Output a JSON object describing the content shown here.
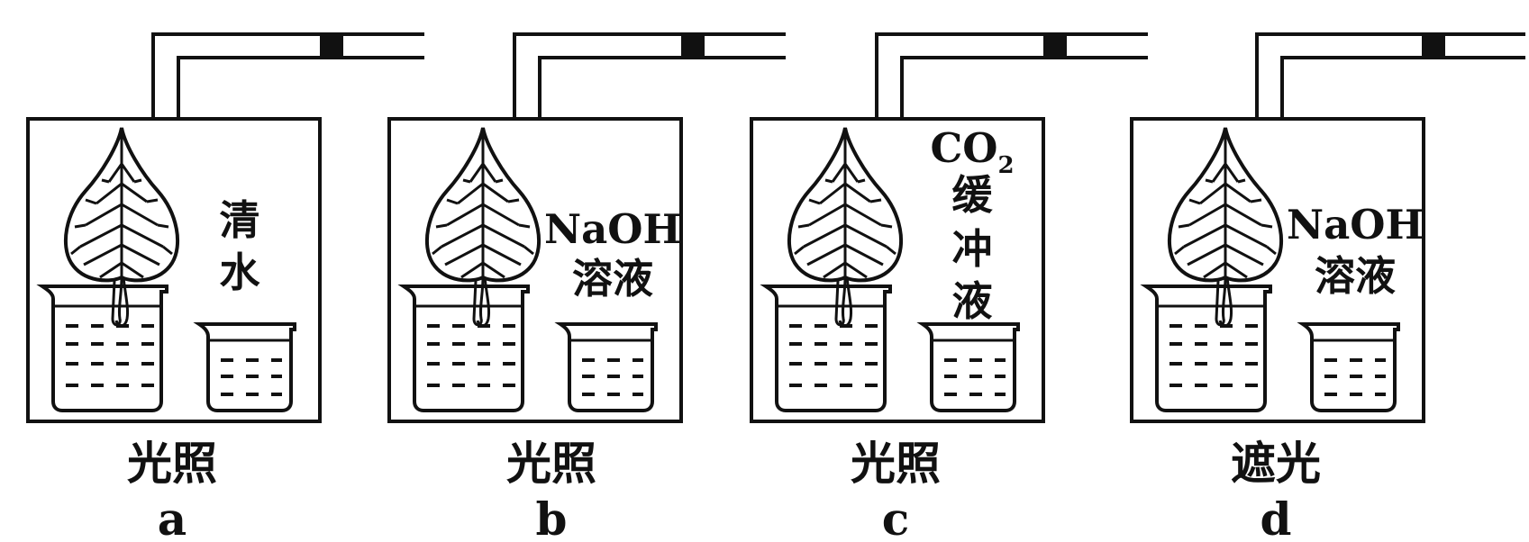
{
  "setups": [
    {
      "id": "a",
      "letter": "a",
      "condition": "光照",
      "solution_lines": [
        "清",
        "水"
      ]
    },
    {
      "id": "b",
      "letter": "b",
      "condition": "光照",
      "solution_lines": [
        "NaOH",
        "溶液"
      ]
    },
    {
      "id": "c",
      "letter": "c",
      "condition": "光照",
      "solution_lines": [
        "CO",
        "缓",
        "冲",
        "液"
      ],
      "subscript": "2"
    },
    {
      "id": "d",
      "letter": "d",
      "condition": "遮光",
      "solution_lines": [
        "NaOH",
        "溶液"
      ]
    }
  ],
  "colors": {
    "ink": "#111111",
    "background": "#ffffff"
  }
}
